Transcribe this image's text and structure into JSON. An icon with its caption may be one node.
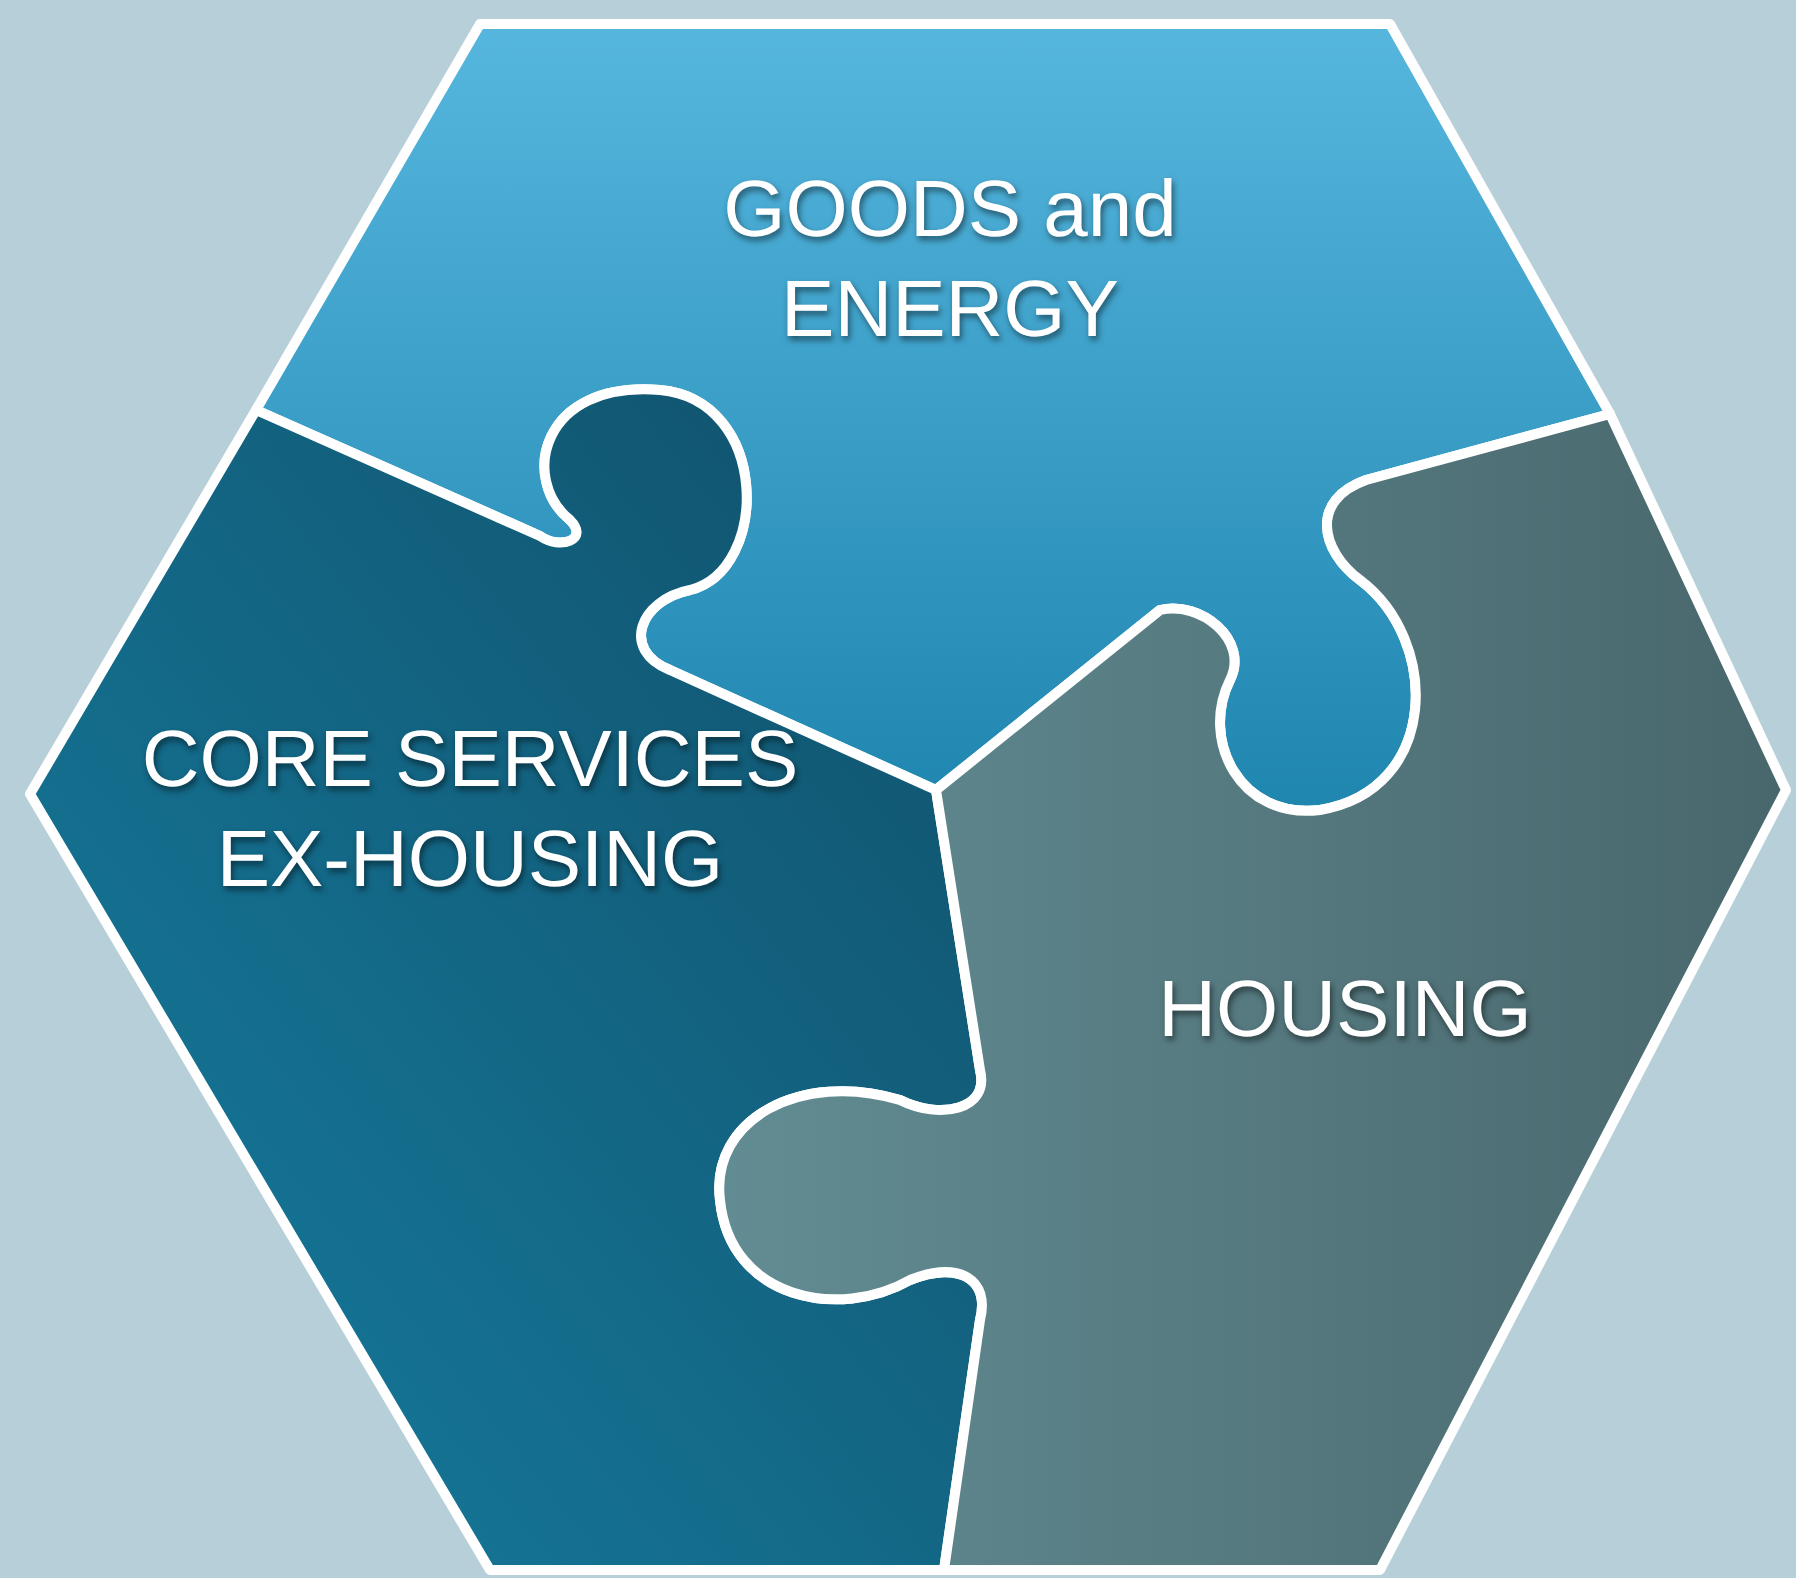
{
  "diagram": {
    "nodes": [
      {
        "text": [
          "GOODS and ENERGY"
        ]
      },
      {
        "text": [
          "CORE SERVICES EX-HOUSING"
        ]
      },
      {
        "text": [
          "HOUSING"
        ]
      }
    ]
  }
}
